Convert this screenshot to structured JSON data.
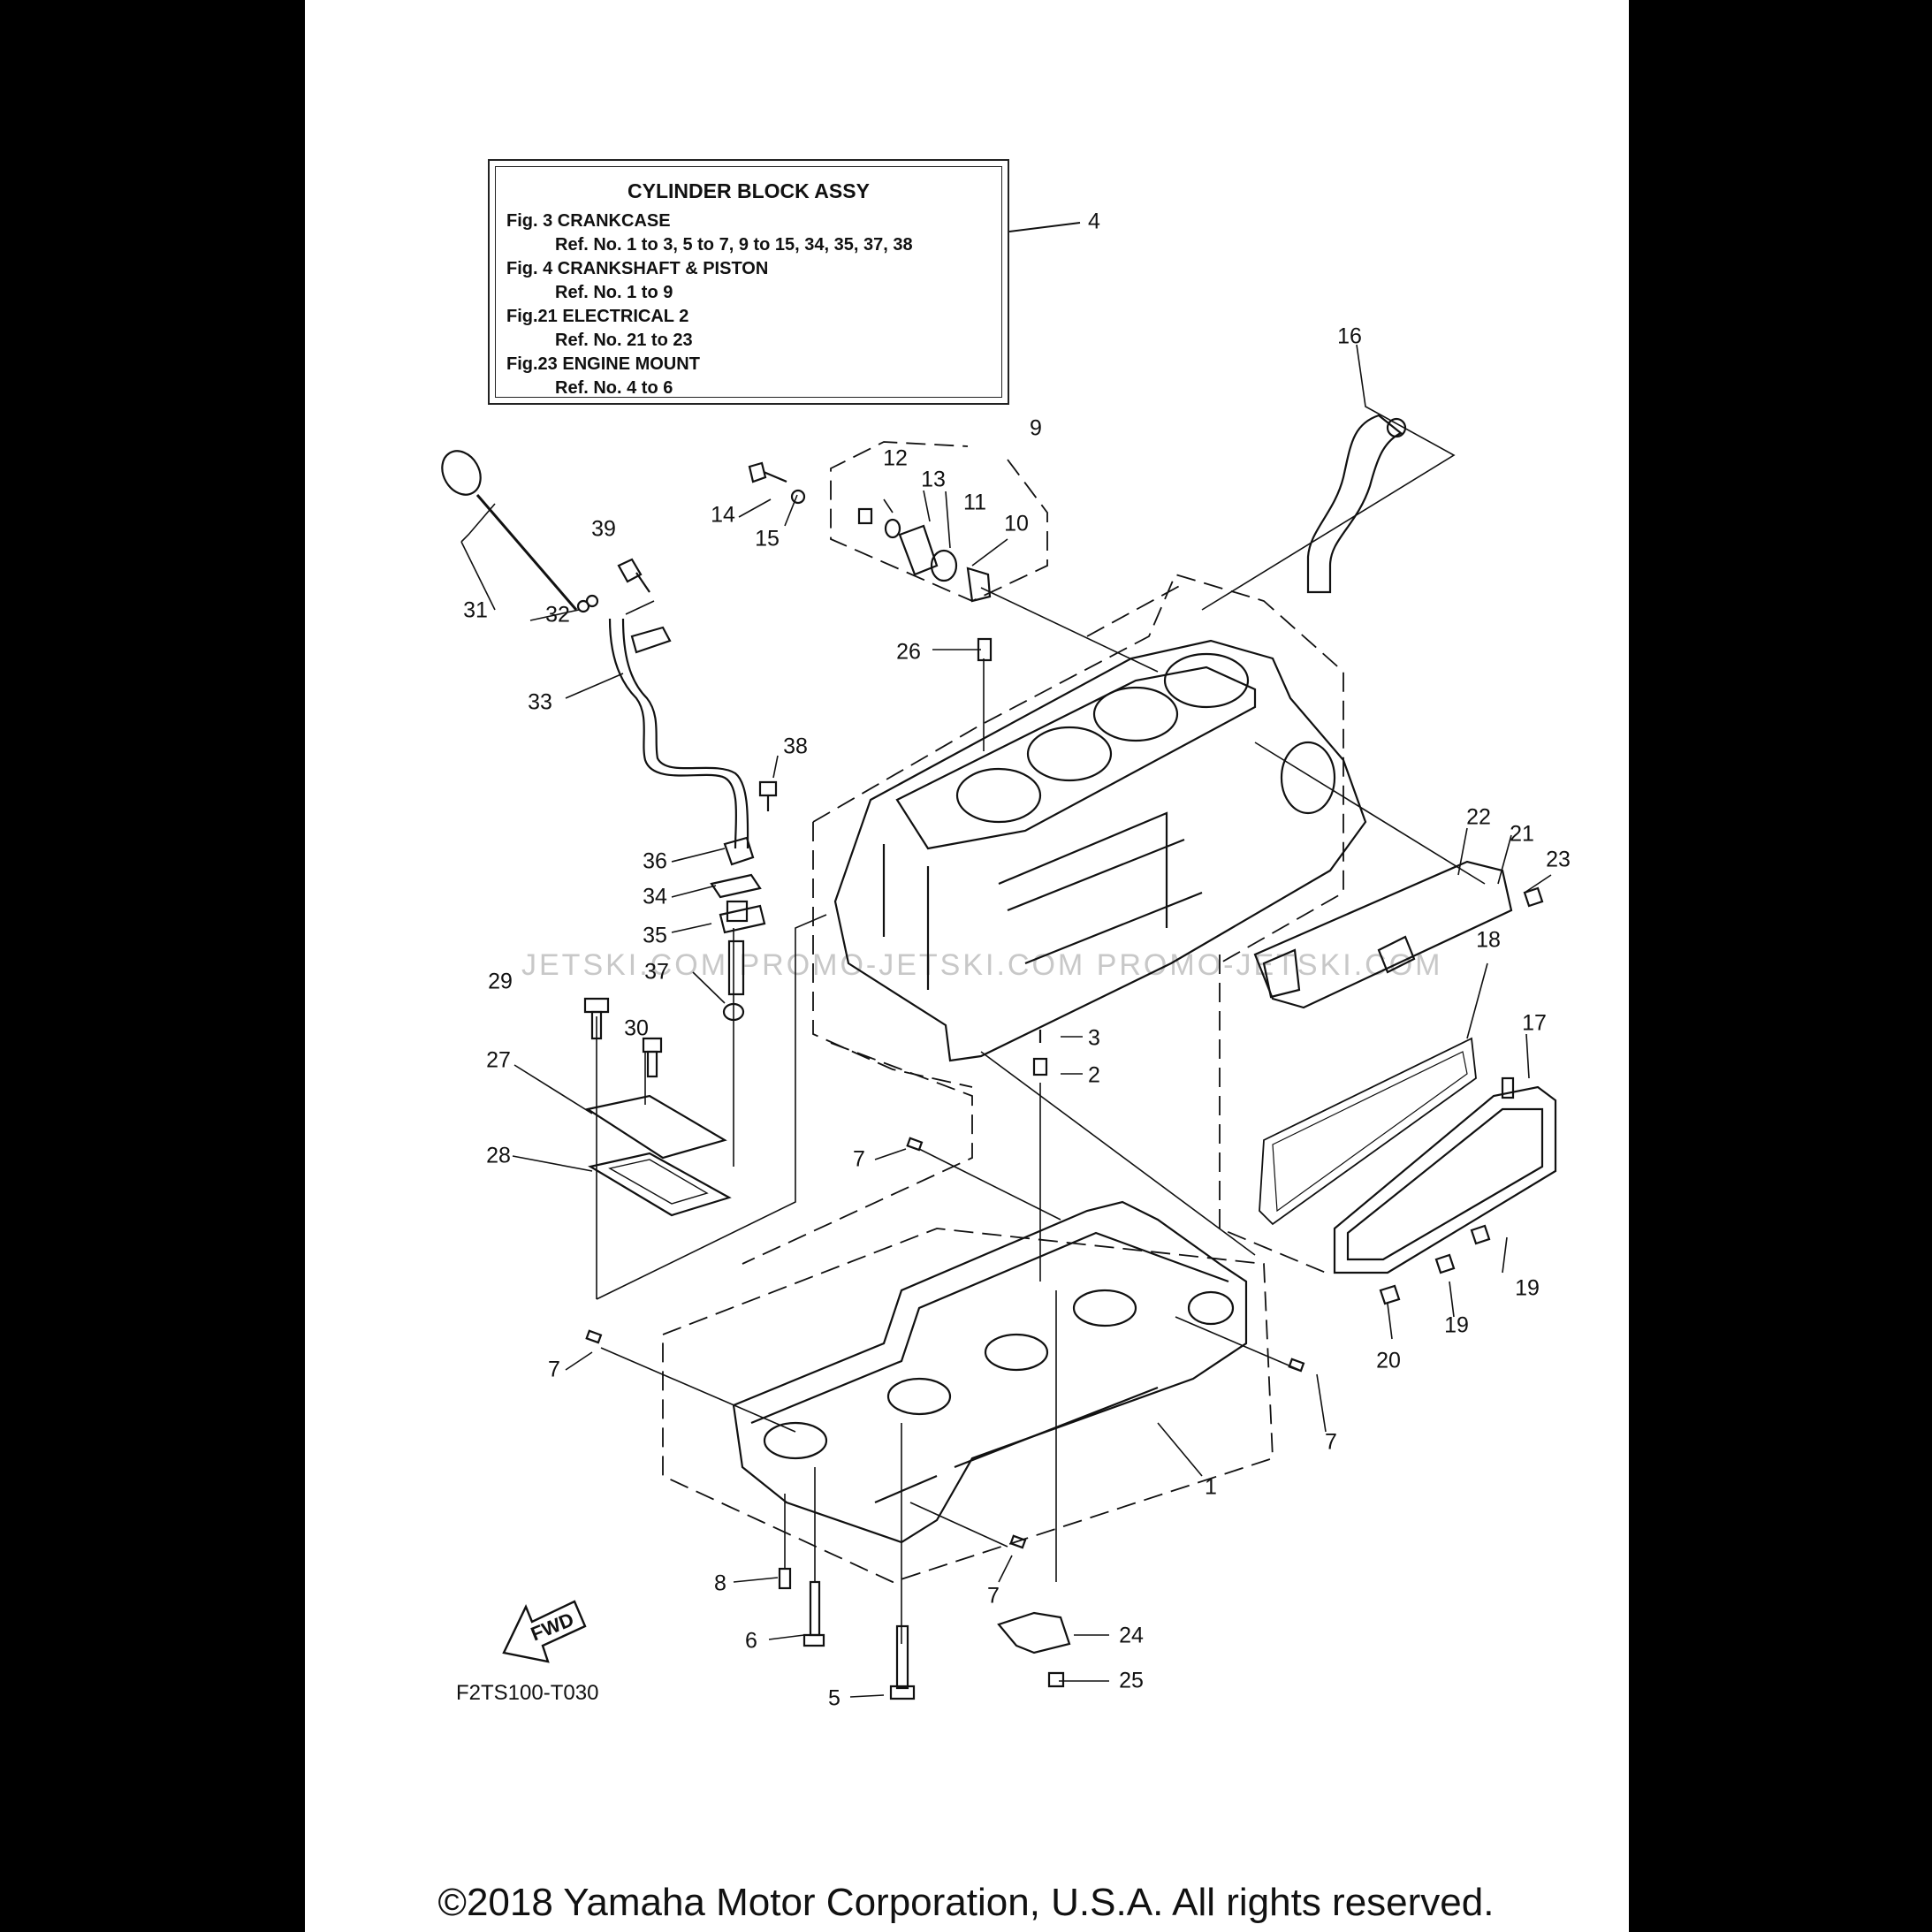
{
  "figure": {
    "title": "CYLINDER BLOCK ASSY",
    "lines": [
      "Fig.  3 CRANKCASE",
      "Ref. No. 1 to 3, 5 to 7, 9 to 15, 34, 35, 37, 38",
      "Fig.  4 CRANKSHAFT & PISTON",
      "Ref. No. 1 to 9",
      "Fig.21 ELECTRICAL 2",
      "Ref. No. 21 to 23",
      "Fig.23 ENGINE MOUNT",
      "Ref. No. 4 to 6"
    ],
    "code": "F2TS100-T030",
    "fwd": "FWD",
    "watermark": "JETSKI.COM  PROMO-JETSKI.COM  PROMO-JETSKI.COM"
  },
  "callouts": [
    "1",
    "2",
    "3",
    "4",
    "5",
    "6",
    "7",
    "7",
    "7",
    "7",
    "8",
    "9",
    "10",
    "11",
    "12",
    "13",
    "14",
    "15",
    "16",
    "17",
    "18",
    "19",
    "19",
    "20",
    "21",
    "22",
    "23",
    "24",
    "25",
    "26",
    "27",
    "28",
    "29",
    "30",
    "31",
    "32",
    "33",
    "34",
    "35",
    "36",
    "37",
    "38",
    "39"
  ],
  "copyright": "©2018 Yamaha Motor Corporation, U.S.A. All rights reserved."
}
